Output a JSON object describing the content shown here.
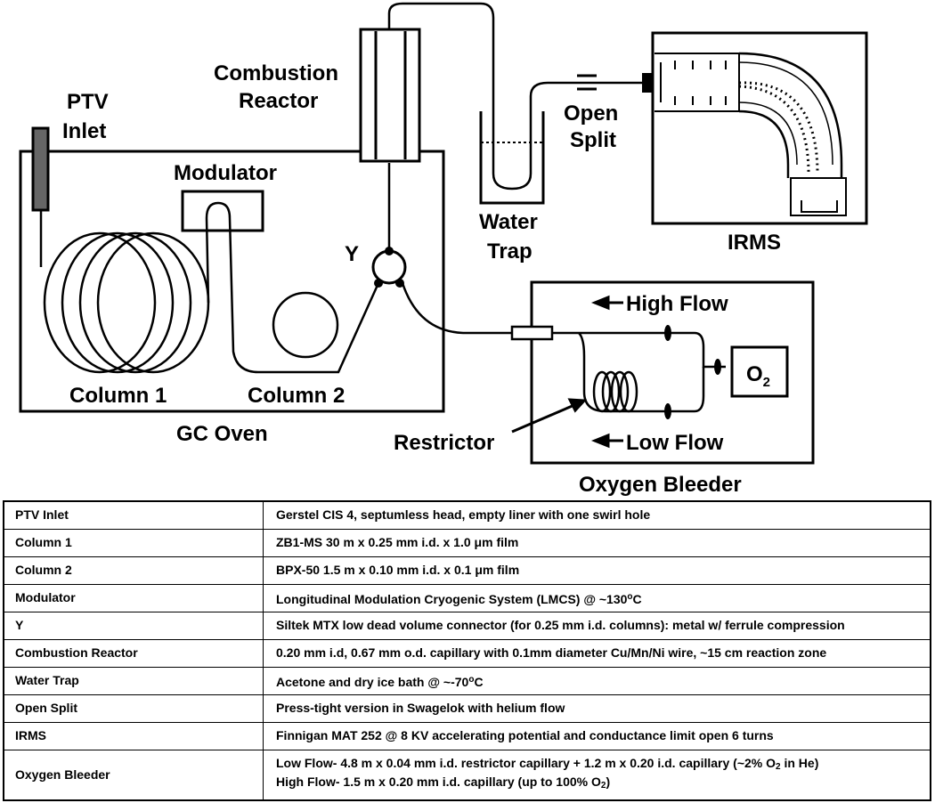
{
  "diagram": {
    "labels": {
      "ptv_inlet_1": "PTV",
      "ptv_inlet_2": "Inlet",
      "modulator": "Modulator",
      "combustion_1": "Combustion",
      "combustion_2": "Reactor",
      "y": "Y",
      "column1": "Column 1",
      "column2": "Column 2",
      "gc_oven": "GC Oven",
      "water_1": "Water",
      "water_2": "Trap",
      "open_1": "Open",
      "open_2": "Split",
      "irms": "IRMS",
      "high_flow": "High Flow",
      "low_flow": "Low Flow",
      "restrictor": "Restrictor",
      "oxygen_bleeder": "Oxygen Bleeder",
      "o2_main": "O",
      "o2_sub": "2"
    }
  },
  "table": {
    "rows": [
      {
        "component": "PTV Inlet",
        "spec": "Gerstel CIS 4, septumless head, empty liner with one swirl hole"
      },
      {
        "component": "Column 1",
        "spec_a": "ZB1-MS 30 m x 0.25 mm i.d. x 1.0 ",
        "spec_mu": "μ",
        "spec_b": "m film"
      },
      {
        "component": "Column 2",
        "spec_a": "BPX-50 1.5 m x 0.10 mm i.d. x 0.1 ",
        "spec_mu": "μ",
        "spec_b": "m film"
      },
      {
        "component": "Modulator",
        "spec_a": "Longitudinal Modulation Cryogenic System (LMCS) @ ~130",
        "spec_sup": "o",
        "spec_b": "C"
      },
      {
        "component": "Y",
        "spec": "Siltek MTX low dead volume connector (for 0.25 mm i.d. columns): metal w/ ferrule compression"
      },
      {
        "component": "Combustion Reactor",
        "spec": "0.20 mm i.d, 0.67 mm o.d. capillary with 0.1mm diameter Cu/Mn/Ni wire, ~15 cm reaction zone"
      },
      {
        "component": "Water Trap",
        "spec_a": "Acetone and dry ice bath @ ~-70",
        "spec_sup": "o",
        "spec_b": "C"
      },
      {
        "component": "Open Split",
        "spec": "Press-tight version in Swagelok with helium flow"
      },
      {
        "component": "IRMS",
        "spec": "Finnigan MAT 252 @ 8 KV accelerating potential and conductance limit open 6 turns"
      },
      {
        "component": "Oxygen Bleeder",
        "line1_a": "Low Flow- 4.8 m x 0.04 mm i.d. restrictor capillary + 1.2 m x 0.20 i.d. capillary (~2% O",
        "line1_sub": "2",
        "line1_b": " in He)",
        "line2_a": "High Flow- 1.5 m x 0.20 mm i.d. capillary (up to 100% O",
        "line2_sub": "2",
        "line2_b": ")"
      }
    ]
  }
}
